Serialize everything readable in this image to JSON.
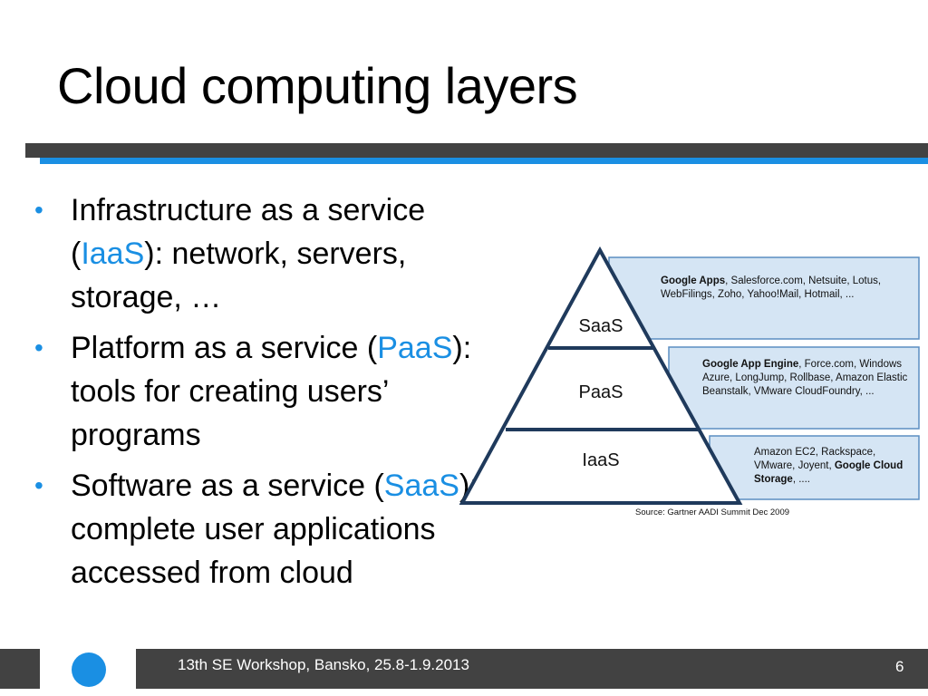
{
  "slide": {
    "title": "Cloud computing layers"
  },
  "bullets": [
    {
      "pre": "Infrastructure as a service (",
      "hl": "IaaS",
      "post": "): network, servers, storage, …"
    },
    {
      "pre": "Platform as a service (",
      "hl": "PaaS",
      "post": "): tools for creating users’ programs"
    },
    {
      "pre": "Software as a service (",
      "hl": "SaaS",
      "post": "): complete user applications accessed from cloud"
    }
  ],
  "diagram": {
    "layers": [
      {
        "label": "SaaS",
        "bold1": "Google Apps",
        "text1": ", Salesforce.com, Netsuite, Lotus, WebFilings, Zoho, Yahoo!Mail, Hotmail, ...",
        "bold2": "",
        "text2": ""
      },
      {
        "label": "PaaS",
        "bold1": "Google App Engine",
        "text1": ", Force.com, Windows Azure, LongJump, Rollbase, Amazon Elastic Beanstalk, VMware CloudFoundry, ...",
        "bold2": "",
        "text2": ""
      },
      {
        "label": "IaaS",
        "bold1": "",
        "text1": "Amazon EC2, Rackspace, VMware, Joyent, ",
        "bold2": "Google Cloud Storage",
        "text2": ", ...."
      }
    ],
    "source": "Source: Gartner AADI Summit Dec  2009"
  },
  "footer": {
    "text": "13th SE Workshop, Bansko, 25.8-1.9.2013",
    "page": "6"
  },
  "colors": {
    "accent": "#1a8fe3",
    "bar": "#424242",
    "box_fill": "#d5e5f4",
    "box_stroke": "#5b8ec2",
    "pyramid": "#1f3a5c"
  }
}
